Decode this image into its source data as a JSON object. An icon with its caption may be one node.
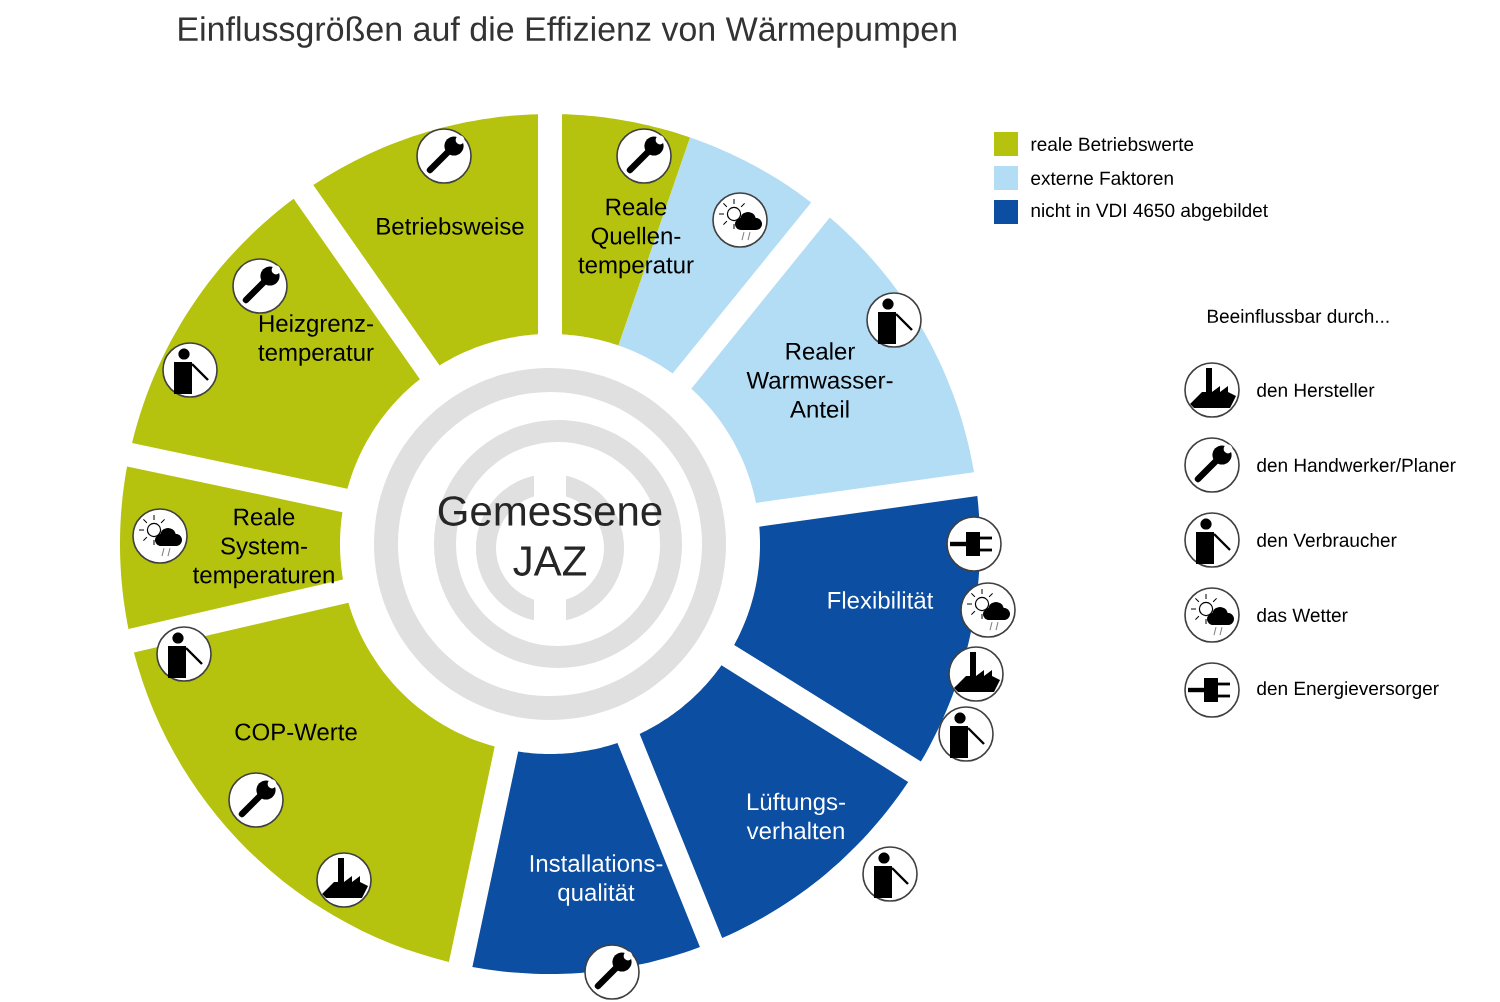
{
  "diagram": {
    "title": "Einflussgrößen auf die Effizienz von Wärmepumpen",
    "nodes": [
      {
        "text": [
          "Gemessene JAZ"
        ]
      },
      {
        "text": [
          "Betriebsweise"
        ]
      },
      {
        "text": [
          "Reale Quellen- temperatur"
        ]
      },
      {
        "text": [
          "Realer Warmwasser- Anteil"
        ]
      },
      {
        "text": [
          "Flexibilität"
        ]
      },
      {
        "text": [
          "Lüftungs- verhalten"
        ]
      },
      {
        "text": [
          "Installations- qualität"
        ]
      },
      {
        "text": [
          "COP-Werte"
        ]
      },
      {
        "text": [
          "Reale System- temperaturen"
        ]
      },
      {
        "text": [
          "Heizgrenz- temperatur"
        ]
      }
    ],
    "labels": [
      "Beeinflussbar durch..."
    ],
    "legend": [
      {
        "text": "reale Betriebswerte",
        "color": "#b5c30f"
      },
      {
        "text": "externe Faktoren",
        "color": "#b3ddf5"
      },
      {
        "text": "nicht in VDI 4650 abgebildet",
        "color": "#0b4ea2"
      },
      {
        "text": "den Hersteller"
      },
      {
        "text": "den Handwerker/Planer"
      },
      {
        "text": "den Verbraucher"
      },
      {
        "text": "das Wetter"
      },
      {
        "text": "den Energieversorger"
      }
    ]
  }
}
